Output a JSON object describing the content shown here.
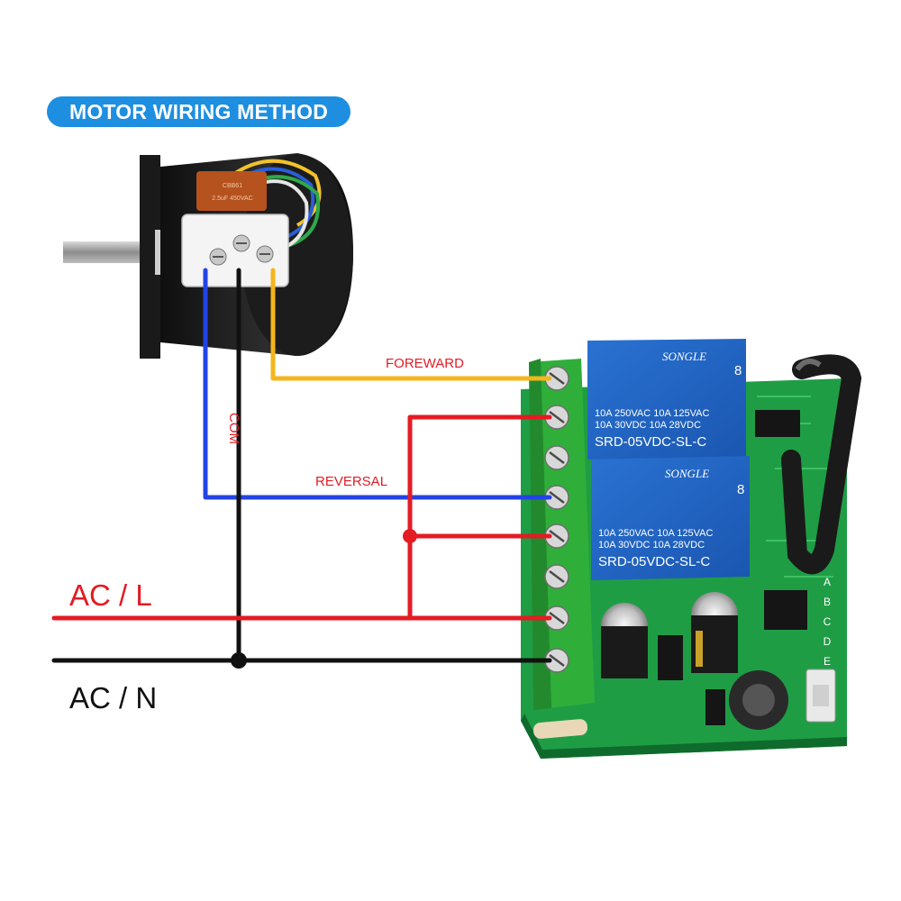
{
  "title": "MOTOR WIRING METHOD",
  "labels": {
    "foreward": "FOREWARD",
    "reversal": "REVERSAL",
    "com": "COM",
    "ac_l": "AC / L",
    "ac_n": "AC / N"
  },
  "relays": [
    {
      "brand": "SONGLE",
      "rating_1": "10A 250VAC  10A 125VAC",
      "rating_2": "10A  30VDC  10A  28VDC",
      "model": "SRD-05VDC-SL-C",
      "number": "8"
    },
    {
      "brand": "SONGLE",
      "rating_1": "10A 250VAC  10A 125VAC",
      "rating_2": "10A  30VDC  10A  28VDC",
      "model": "SRD-05VDC-SL-C",
      "number": "8"
    }
  ],
  "board_pins": [
    "A",
    "B",
    "C",
    "D",
    "E"
  ],
  "colors": {
    "blue_pill": "#1e8fe0",
    "wire_red": "#e41b23",
    "wire_blue": "#2443e6",
    "wire_yellow": "#f5b51c",
    "wire_black": "#111111",
    "pcb_green": "#1f9d45",
    "relay_blue": "#1d63c4",
    "terminal_green": "#2fae3a"
  }
}
